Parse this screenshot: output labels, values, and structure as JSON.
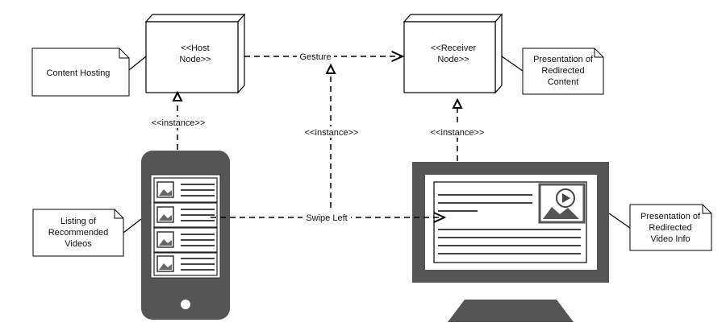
{
  "nodes": {
    "host": {
      "line1": "<<Host",
      "line2": "Node>>"
    },
    "receiver": {
      "line1": "<<Receiver",
      "line2": "Node>>"
    }
  },
  "notes": {
    "content_hosting": {
      "line1": "Content Hosting"
    },
    "presentation_redirected_content": {
      "line1": "Presentation of",
      "line2": "Redirected",
      "line3": "Content"
    },
    "listing_videos": {
      "line1": "Listing of",
      "line2": "Recommended",
      "line3": "Videos"
    },
    "presentation_video_info": {
      "line1": "Presentation of",
      "line2": "Redirected",
      "line3": "Video Info"
    }
  },
  "edges": {
    "gesture": "Gesture",
    "instance_host": "<<instance>>",
    "instance_gesture": "<<instance>>",
    "instance_receiver": "<<instance>>",
    "swipe_left": "Swipe Left"
  },
  "icons": {
    "phone": "smartphone-icon",
    "monitor": "monitor-icon",
    "thumbnail": "image-thumbnail-icon",
    "video": "video-thumbnail-icon"
  },
  "colors": {
    "device_body": "#555555",
    "device_screen": "#ffffff",
    "list_row": "#dddddd",
    "stroke": "#000000"
  }
}
